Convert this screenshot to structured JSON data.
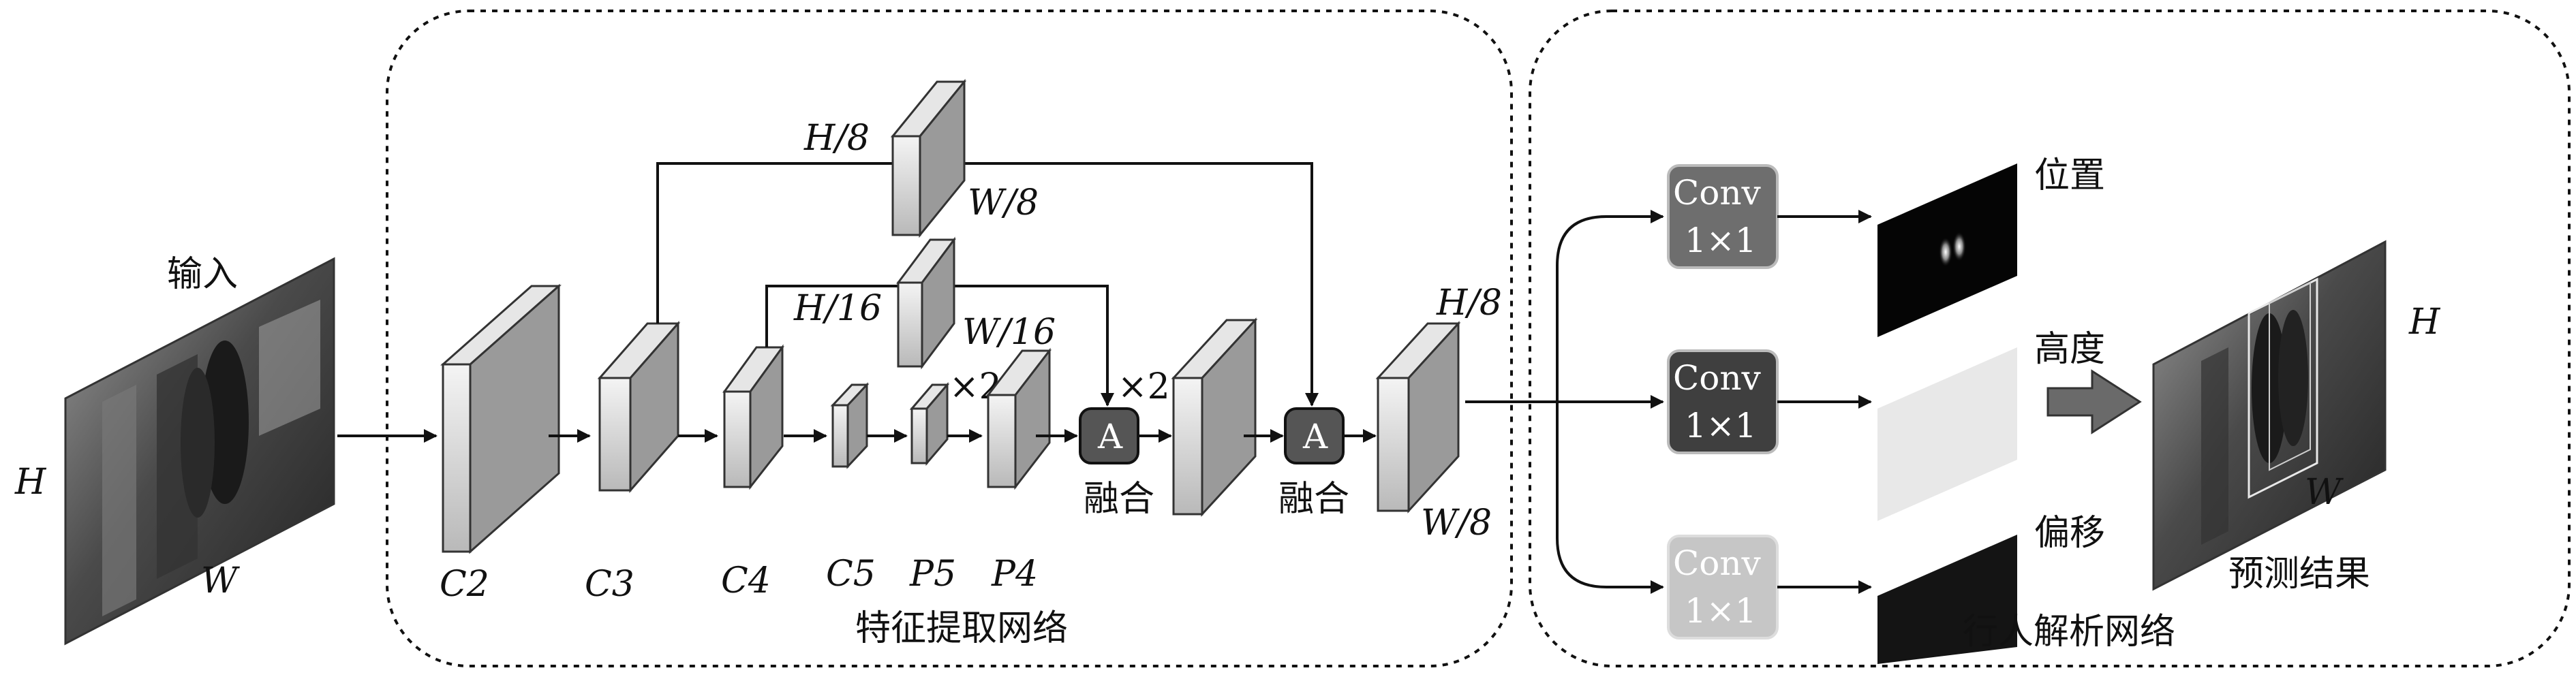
{
  "input": {
    "title": "输入",
    "h": "H",
    "w": "W"
  },
  "extraction": {
    "title": "特征提取网络",
    "stages": {
      "c2": "C2",
      "c3": "C3",
      "c4": "C4",
      "c5": "C5",
      "p5": "P5",
      "p4": "P4"
    },
    "top_branch": {
      "h": "H/8",
      "w": "W/8"
    },
    "mid_branch": {
      "h": "H/16",
      "w": "W/16"
    },
    "upsample_1": "×2",
    "upsample_2": "×2",
    "fusion_1": {
      "symbol": "A",
      "label": "融合"
    },
    "fusion_2": {
      "symbol": "A",
      "label": "融合"
    },
    "output": {
      "h": "H/8",
      "w": "W/8"
    }
  },
  "parsing": {
    "title": "行人解析网络",
    "heads": [
      {
        "conv": "Conv",
        "kernel": "1×1",
        "output": "位置",
        "color": "#6e6e6e"
      },
      {
        "conv": "Conv",
        "kernel": "1×1",
        "output": "高度",
        "color": "#3f3f3f"
      },
      {
        "conv": "Conv",
        "kernel": "1×1",
        "output": "偏移",
        "color": "#c6c6c6"
      }
    ]
  },
  "result": {
    "title": "预测结果",
    "h": "H",
    "w": "W"
  }
}
